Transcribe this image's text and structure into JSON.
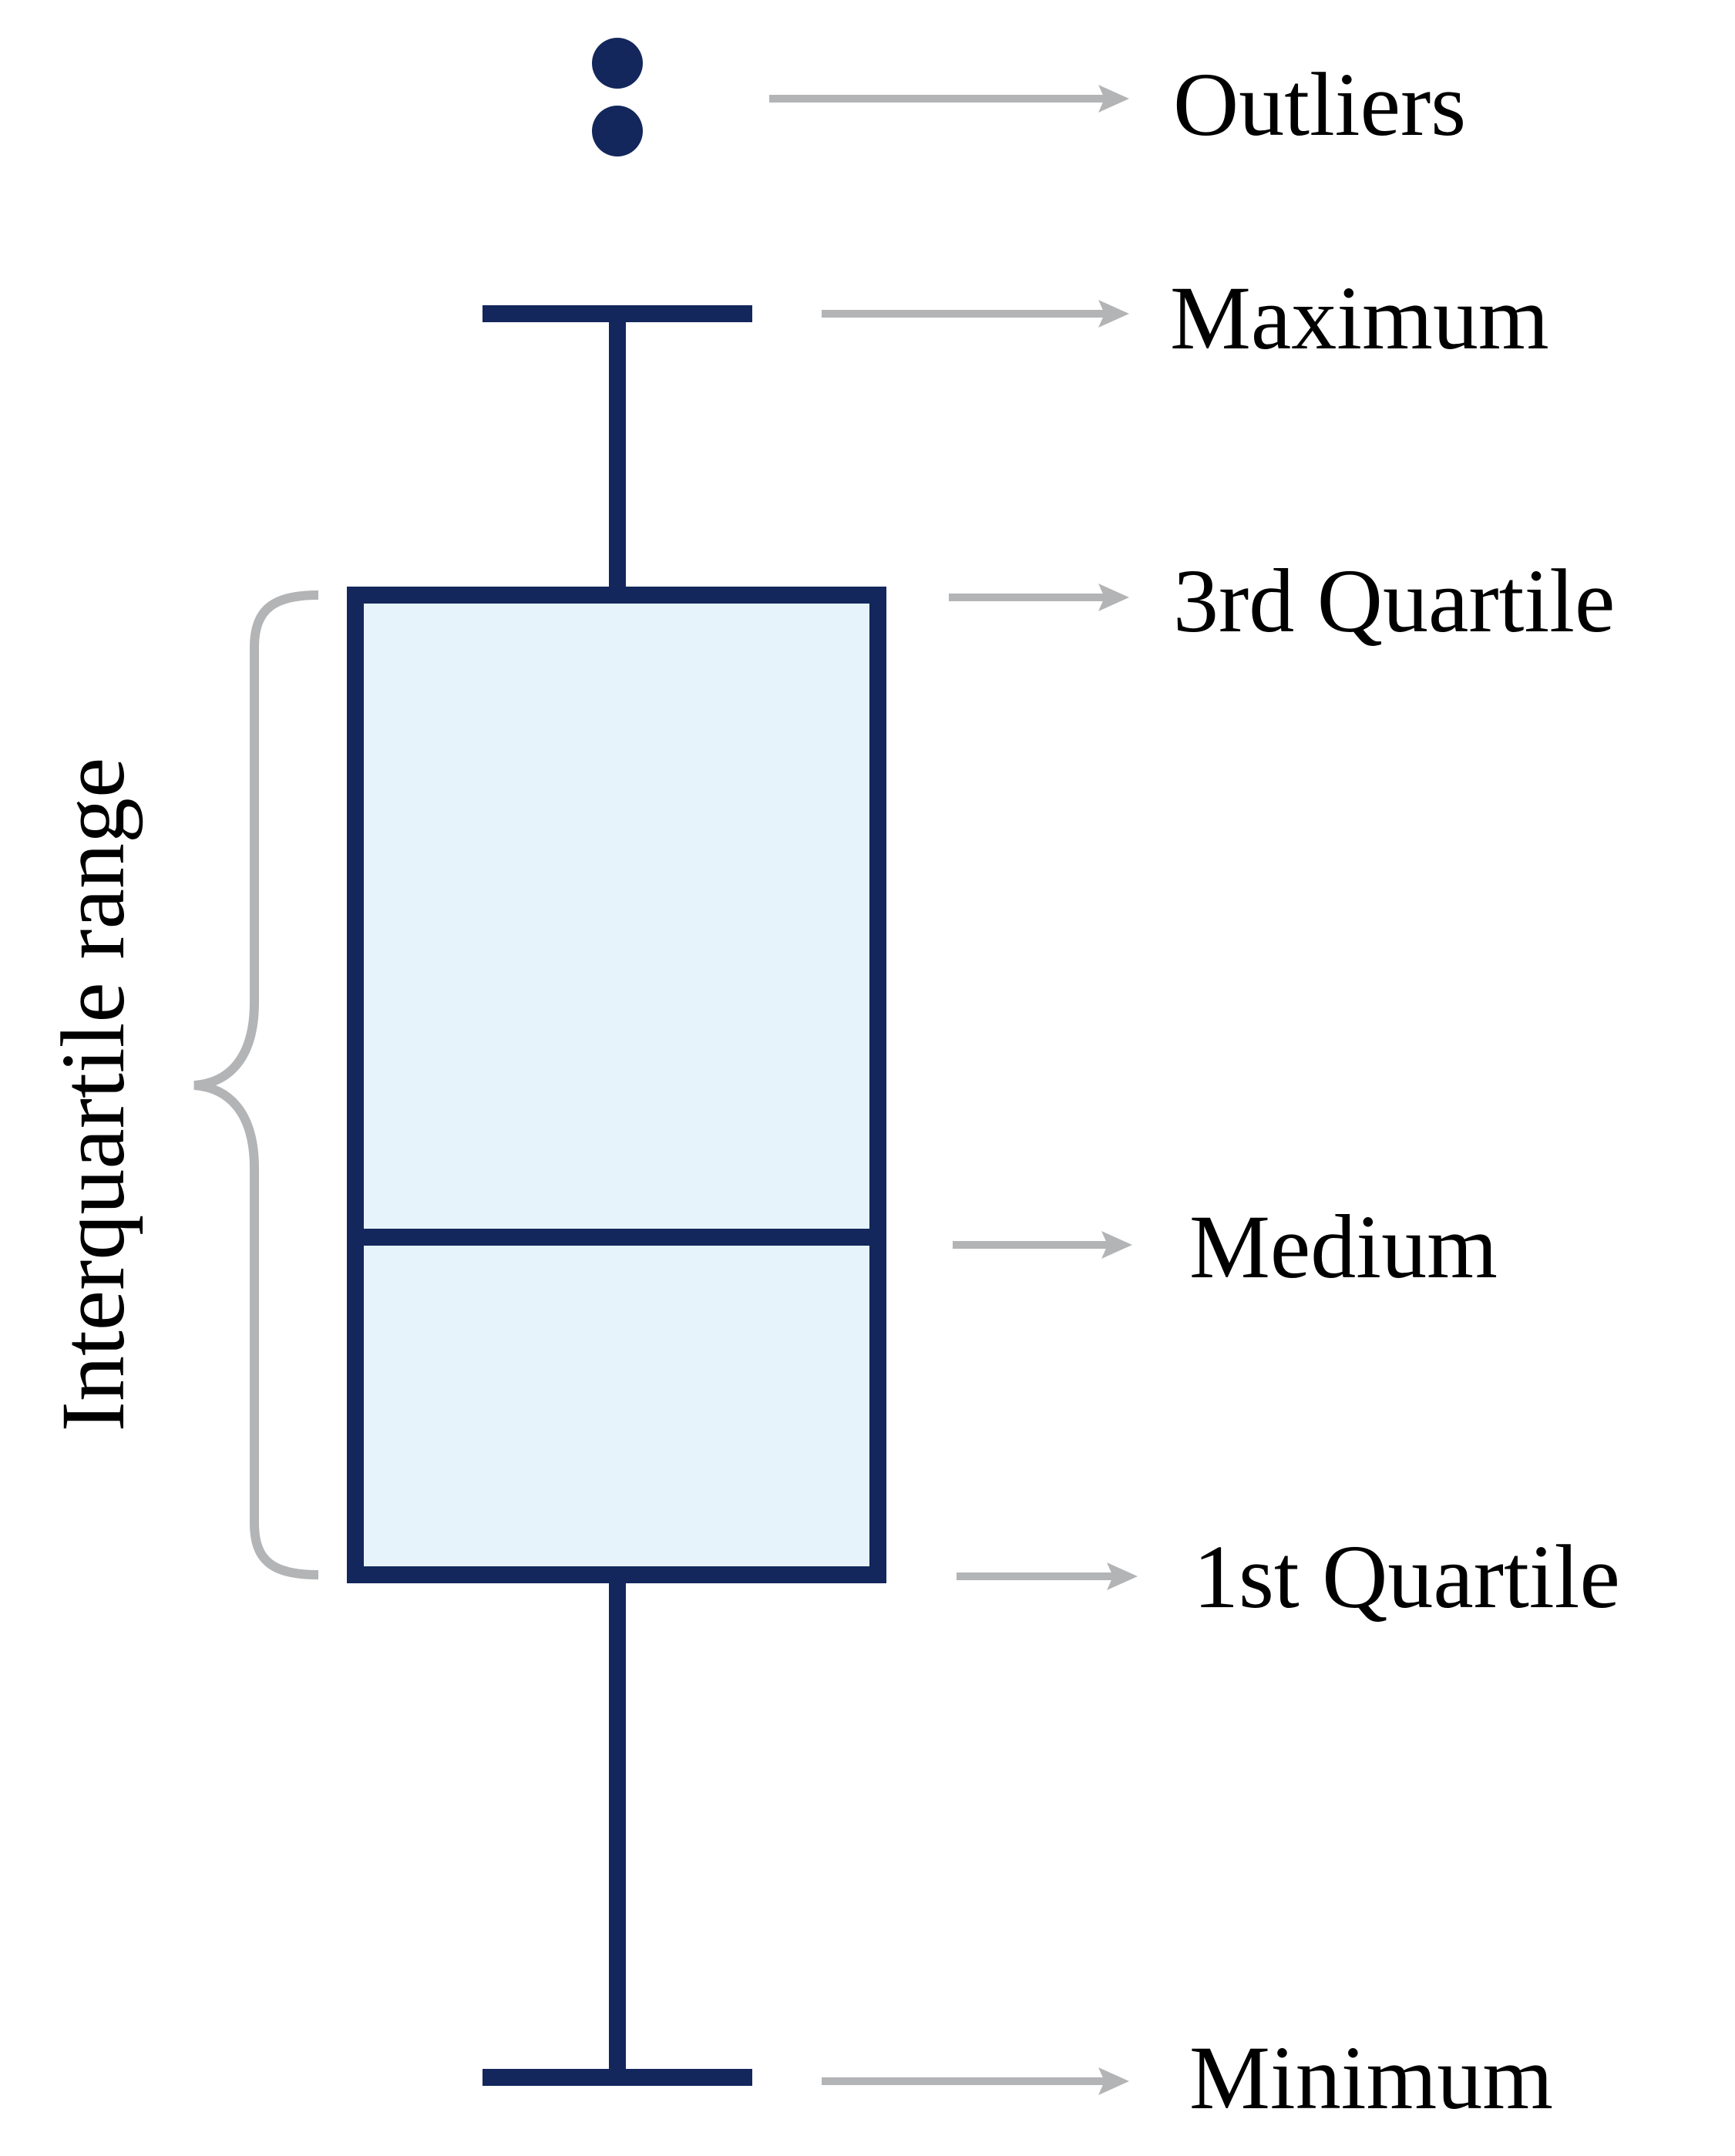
{
  "colors": {
    "box_stroke": "#13275c",
    "box_fill": "#e6f3fb",
    "arrow_gray": "#b3b4b6",
    "brace_gray": "#b3b4b6",
    "outlier_dot": "#13275c",
    "text": "#000000"
  },
  "labels": {
    "outliers": "Outliers",
    "maximum": "Maximum",
    "third_quartile": "3rd Quartile",
    "medium": "Medium",
    "first_quartile": "1st Quartile",
    "minimum": "Minimum"
  },
  "brace": {
    "label": "Interquartile range"
  },
  "outliers": {
    "count": 2
  }
}
